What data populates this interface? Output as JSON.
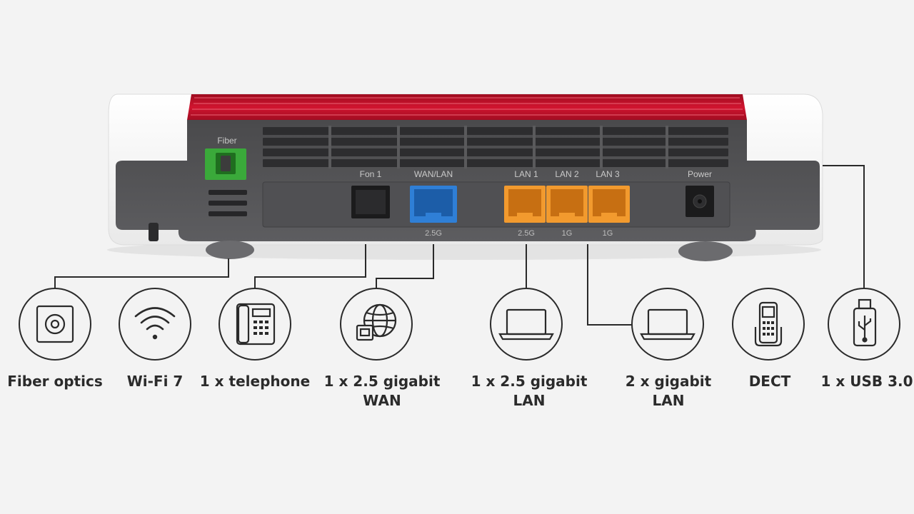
{
  "router": {
    "body_color": "#5a5a5c",
    "top_color": "#c8102e",
    "shell_color": "#ffffff",
    "ports": {
      "fiber": "Fiber",
      "fon1": "Fon 1",
      "wan_lan": "WAN/LAN",
      "lan1": "LAN 1",
      "lan2": "LAN 2",
      "lan3": "LAN 3",
      "power": "Power"
    },
    "speeds": {
      "wan": "2.5G",
      "lan1": "2.5G",
      "lan2": "1G",
      "lan3": "1G"
    },
    "port_colors": {
      "fiber": "#3aa93a",
      "wan": "#2f7fd6",
      "lan": "#f29a2e"
    }
  },
  "features": [
    {
      "id": "fiber",
      "icon": "fiber-socket-icon",
      "caption": "Fiber optics"
    },
    {
      "id": "wifi",
      "icon": "wifi-icon",
      "caption": "Wi-Fi 7"
    },
    {
      "id": "telephone",
      "icon": "telephone-icon",
      "caption": "1 x telephone"
    },
    {
      "id": "wan",
      "icon": "globe-icon",
      "caption": "1 x 2.5 gigabit\nWAN"
    },
    {
      "id": "lan25",
      "icon": "laptop-icon",
      "caption": "1 x 2.5 gigabit\nLAN"
    },
    {
      "id": "lan1g",
      "icon": "laptop-icon",
      "caption": "2 x gigabit\nLAN"
    },
    {
      "id": "dect",
      "icon": "cordless-phone-icon",
      "caption": "DECT"
    },
    {
      "id": "usb",
      "icon": "usb-stick-icon",
      "caption": "1 x USB 3.0"
    }
  ]
}
